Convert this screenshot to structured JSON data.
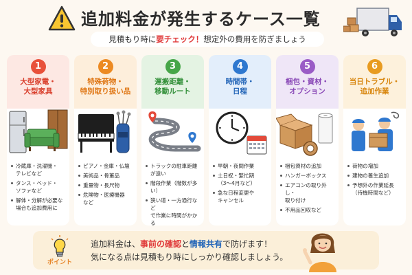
{
  "header": {
    "title": "追加料金が発生するケース一覧",
    "subtitle_pre": "見積もり時に",
    "subtitle_highlight": "要チェック！",
    "subtitle_post": "想定外の費用を防ぎましょう",
    "icons": [
      "warning-icon",
      "moving-truck-icon"
    ]
  },
  "cards": [
    {
      "number": "1",
      "title": "大型家電・\n大型家具",
      "illustration": "fridge-sofa-wardrobe",
      "items": [
        "冷蔵庫・洗濯機・\nテレビなど",
        "タンス・ベッド・\nソファなど",
        "解体・分解が必要な\n場合も追加費用に"
      ]
    },
    {
      "number": "2",
      "title": "特殊荷物・\n特別取り扱い品",
      "illustration": "piano-golfbag",
      "items": [
        "ピアノ・金庫・仏壇",
        "美術品・骨董品",
        "重量物・長尺物",
        "危険物・医療機器\nなど"
      ]
    },
    {
      "number": "3",
      "title": "運搬距離・\n移動ルート",
      "illustration": "winding-road-pins",
      "items": [
        "トラックの駐車距離\nが遠い",
        "階段作業（階数が多い）",
        "狭い道・一方通行など\nで作業に時間がかかる"
      ]
    },
    {
      "number": "4",
      "title": "時間帯・\n日程",
      "illustration": "clock-calendar",
      "items": [
        "早朝・夜間作業",
        "土日祝・繁忙期\n（3〜4月など）",
        "急な日程変更や\nキャンセル"
      ]
    },
    {
      "number": "5",
      "title": "梱包・資材・\nオプション",
      "illustration": "boxes-tape-roll",
      "items": [
        "梱包資材の追加",
        "ハンガーボックス",
        "エアコンの取り外し・\n取り付け",
        "不用品回収など"
      ]
    },
    {
      "number": "6",
      "title": "当日トラブル・\n追加作業",
      "illustration": "movers-with-box",
      "items": [
        "荷物の増加",
        "建物の養生追加",
        "予想外の作業延長\n（待機時間など）"
      ]
    }
  ],
  "point": {
    "label": "ポイント",
    "line1_pre": "追加料金は、",
    "line1_red": "事前の確認",
    "line1_mid": "と",
    "line1_blue": "情報共有",
    "line1_post": "で防げます！",
    "line2": "気になる点は見積もり時にしっかり確認しましょう。",
    "icons": [
      "lightbulb-icon",
      "woman-pointing-icon"
    ]
  }
}
